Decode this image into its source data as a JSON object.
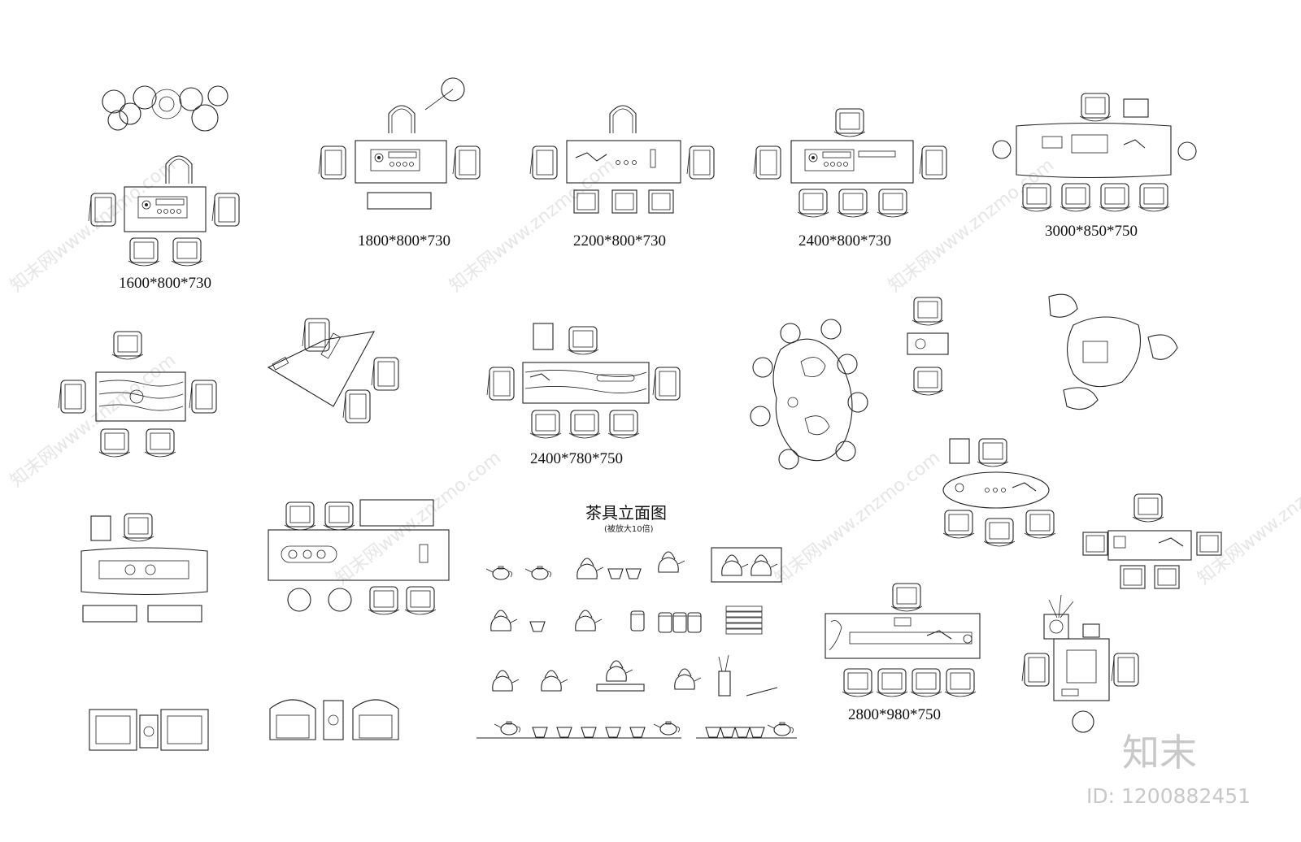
{
  "watermarks": [
    "知末网www.znzmo.com"
  ],
  "dimension_labels": {
    "set_1600": "1600*800*730",
    "set_1800": "1800*800*730",
    "set_2200": "2200*800*730",
    "set_2400a": "2400*800*730",
    "set_3000": "3000*850*750",
    "set_2400b": "2400*780*750",
    "set_2800": "2800*980*750"
  },
  "teaware_section": {
    "title": "茶具立面图",
    "subtitle": "(被放大10倍)"
  },
  "brand": {
    "logo_text": "知末",
    "id_text": "ID: 1200882451"
  }
}
